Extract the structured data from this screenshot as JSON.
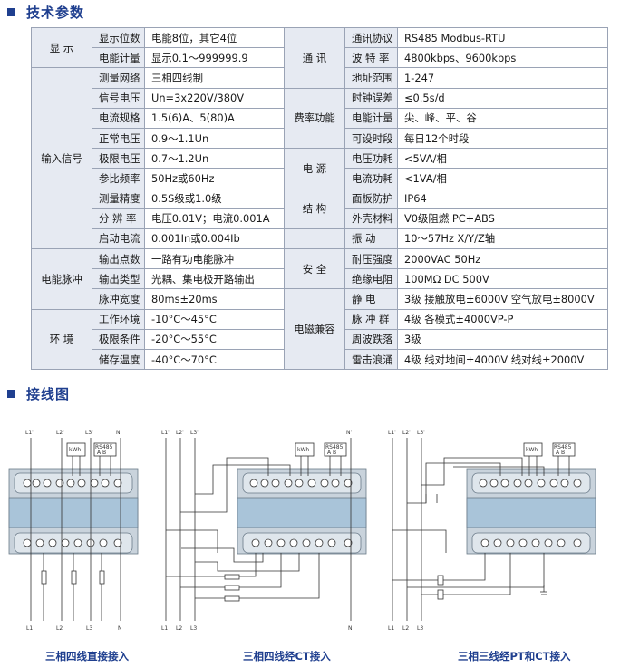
{
  "sections": {
    "tech_params": "技术参数",
    "wiring": "接线图"
  },
  "spec_rows": [
    {
      "cat": "显 示",
      "lbl": "显示位数",
      "val": "电能8位，其它4位",
      "cat2": "通 讯",
      "lbl2": "通讯协议",
      "val2": "RS485 Modbus-RTU"
    },
    {
      "lbl": "电能计量",
      "val": "显示0.1～999999.9",
      "lbl2": "波 特 率",
      "val2": "4800kbps、9600kbps"
    },
    {
      "cat": "输入信号",
      "lbl": "测量网络",
      "val": "三相四线制",
      "lbl2": "地址范围",
      "val2": "1-247"
    },
    {
      "lbl": "信号电压",
      "val": "Un=3x220V/380V",
      "cat2": "费率功能",
      "lbl2": "时钟误差",
      "val2": "≤0.5s/d"
    },
    {
      "lbl": "电流规格",
      "val": "1.5(6)A、5(80)A",
      "lbl2": "电能计量",
      "val2": "尖、峰、平、谷"
    },
    {
      "lbl": "正常电压",
      "val": "0.9～1.1Un",
      "lbl2": "可设时段",
      "val2": "每日12个时段"
    },
    {
      "lbl": "极限电压",
      "val": "0.7～1.2Un",
      "cat2": "电 源",
      "lbl2": "电压功耗",
      "val2": "<5VA/相"
    },
    {
      "lbl": "参比频率",
      "val": "50Hz或60Hz",
      "lbl2": "电流功耗",
      "val2": "<1VA/相"
    },
    {
      "lbl": "测量精度",
      "val": "0.5S级或1.0级",
      "cat2": "结 构",
      "lbl2": "面板防护",
      "val2": "IP64"
    },
    {
      "lbl": "分 辨 率",
      "val": "电压0.01V；电流0.001A",
      "lbl2": "外壳材料",
      "val2": "V0级阻燃 PC+ABS"
    },
    {
      "lbl": "启动电流",
      "val": "0.001In或0.004Ib",
      "lbl2": "振 动",
      "val2": "10～57Hz X/Y/Z轴"
    },
    {
      "cat": "电能脉冲",
      "lbl": "输出点数",
      "val": "一路有功电能脉冲",
      "cat2": "安 全",
      "lbl2": "耐压强度",
      "val2": "2000VAC 50Hz"
    },
    {
      "lbl": "输出类型",
      "val": "光耦、集电极开路输出",
      "lbl2": "绝缘电阻",
      "val2": "100MΩ DC 500V"
    },
    {
      "lbl": "脉冲宽度",
      "val": "80ms±20ms",
      "cat2": "电磁兼容",
      "lbl2": "静 电",
      "val2": "3级 接触放电±6000V 空气放电±8000V"
    },
    {
      "cat": "环 境",
      "lbl": "工作环境",
      "val": "-10°C～45°C",
      "lbl2": "脉 冲 群",
      "val2": "4级 各模式±4000VP-P"
    },
    {
      "lbl": "极限条件",
      "val": "-20°C～55°C",
      "lbl2": "周波跌落",
      "val2": "3级"
    },
    {
      "lbl": "储存温度",
      "val": "-40°C～70°C",
      "lbl2": "雷击浪涌",
      "val2": "4级 线对地间±4000V 线对线±2000V"
    }
  ],
  "diagrams": {
    "captions": [
      "三相四线直接接入",
      "三相四线经CT接入",
      "三相三线经PT和CT接入"
    ],
    "line_labels": {
      "l1": "L1",
      "l2": "L2",
      "l3": "L3",
      "n": "N",
      "l1t": "L1'",
      "l2t": "L2'",
      "l3t": "L3'",
      "nt": "N'"
    },
    "rs485": "RS485",
    "rs485_pins": "A  B",
    "pulse_label": "kWh"
  },
  "colors": {
    "accent": "#1f3f8f",
    "cell_bg": "#e6eaf2",
    "meter_body": "#c9d3dc",
    "meter_screen": "#a9c4d9",
    "grid": "#9aa3b5"
  }
}
